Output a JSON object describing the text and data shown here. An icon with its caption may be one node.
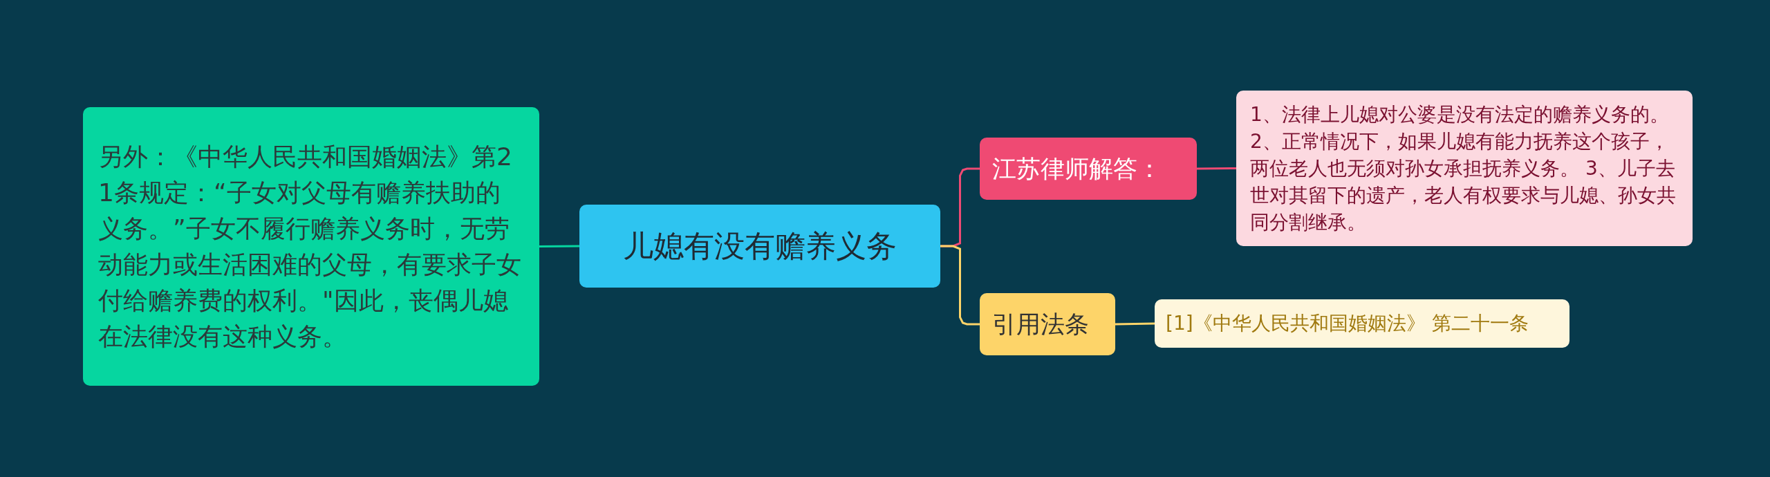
{
  "diagram": {
    "nodes": [
      {
        "text": [
          "儿媳有没有赡养义务"
        ]
      },
      {
        "text": [
          "另外：《中华人民共和国婚姻法》第21条规定：“子女对父母有赡养扶助的义务。”子女不履行赡养义务时，无劳动能力或生活困难的父母，有要求子女付给赡养费的权利。\"因此，丧偶儿媳在法律没有这种义务。"
        ]
      },
      {
        "text": [
          "江苏律师解答："
        ]
      },
      {
        "text": [
          "1、法律上儿媳对公婆是没有法定的赡养义务的。 2、正常情况下，如果儿媳有能力抚养这个孩子，两位老人也无须对孙女承担抚养义务。 3、儿子去世对其留下的遗产，老人有权要求与儿媳、孙女共同分割继承。"
        ]
      },
      {
        "text": [
          "引用法条"
        ]
      },
      {
        "text": [
          "[1]《中华人民共和国婚姻法》 第二十一条"
        ]
      }
    ],
    "edges": [
      {
        "from": 0,
        "to": 1,
        "arrow": "none",
        "color": "#06d6a0"
      },
      {
        "from": 0,
        "to": 2,
        "arrow": "none",
        "color": "#ef4a73"
      },
      {
        "from": 2,
        "to": 3,
        "arrow": "none",
        "color": "#ef4a73"
      },
      {
        "from": 0,
        "to": 4,
        "arrow": "none",
        "color": "#fdd469"
      },
      {
        "from": 4,
        "to": 5,
        "arrow": "none",
        "color": "#fdd469"
      }
    ]
  }
}
